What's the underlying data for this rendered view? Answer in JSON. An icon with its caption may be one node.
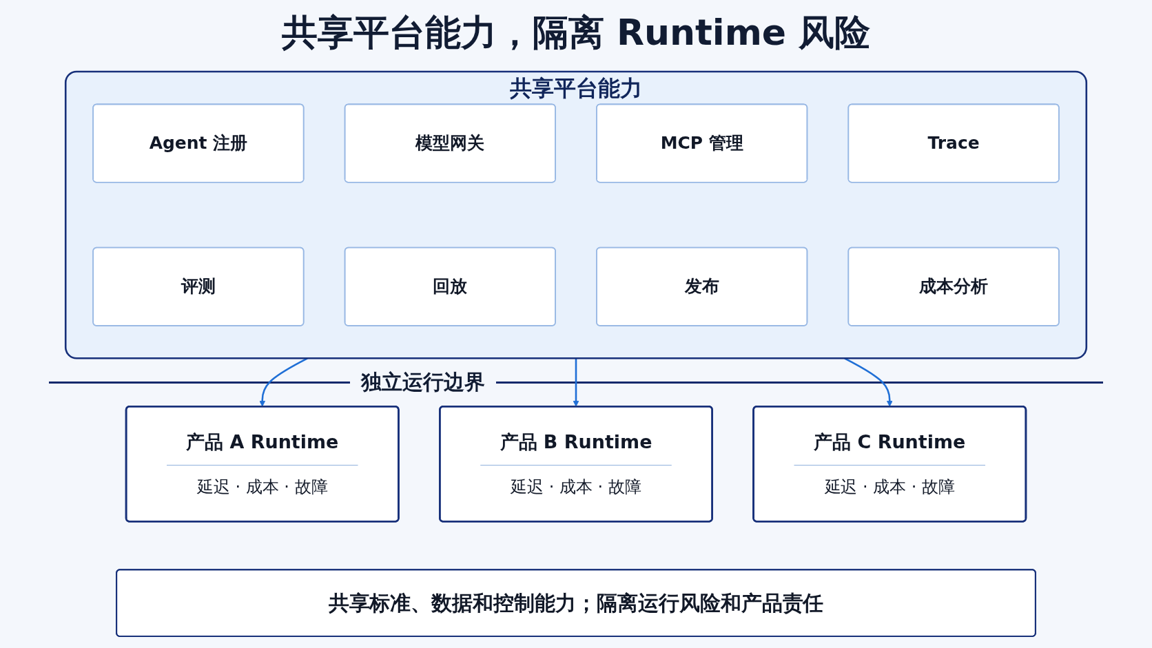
{
  "diagram": {
    "title": "共享平台能力，隔离 Runtime 风险",
    "nodes": [
      {
        "text": [
          "共享平台能力"
        ]
      },
      {
        "text": [
          "Agent 注册"
        ],
        "in": 0
      },
      {
        "text": [
          "模型网关"
        ],
        "in": 0
      },
      {
        "text": [
          "MCP 管理"
        ],
        "in": 0
      },
      {
        "text": [
          "Trace"
        ],
        "in": 0
      },
      {
        "text": [
          "评测"
        ],
        "in": 0
      },
      {
        "text": [
          "回放"
        ],
        "in": 0
      },
      {
        "text": [
          "发布"
        ],
        "in": 0
      },
      {
        "text": [
          "成本分析"
        ],
        "in": 0
      },
      {
        "text": [
          "产品 A Runtime",
          "延迟 · 成本 · 故障"
        ]
      },
      {
        "text": [
          "产品 B Runtime",
          "延迟 · 成本 · 故障"
        ]
      },
      {
        "text": [
          "产品 C Runtime",
          "延迟 · 成本 · 故障"
        ]
      },
      {
        "text": [
          "共享标准、数据和控制能力；隔离运行风险和产品责任"
        ]
      }
    ],
    "edges": [
      {
        "from": 0,
        "to": 9,
        "arrow": "to"
      },
      {
        "from": 0,
        "to": 10,
        "arrow": "to"
      },
      {
        "from": 0,
        "to": 11,
        "arrow": "to"
      }
    ],
    "labels": [
      "独立运行边界"
    ]
  }
}
